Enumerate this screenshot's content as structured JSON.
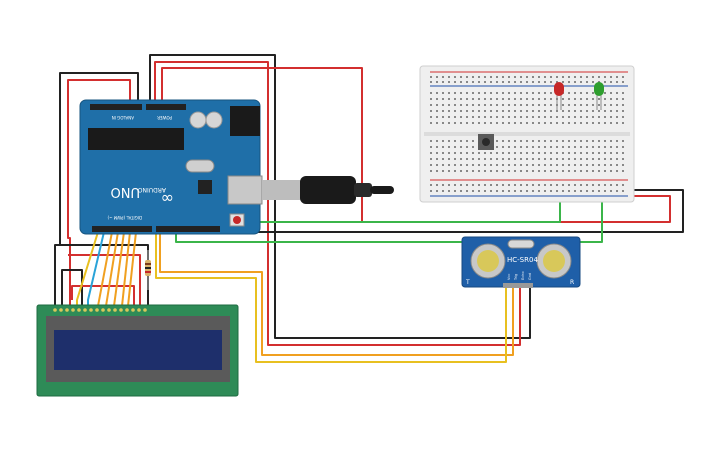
{
  "arduino": {
    "brand": "UNO",
    "logo_text": "ARDUINO",
    "power_header": "POWER",
    "analog_header": "ANALOG IN",
    "digital_header": "DIGITAL (PWM ~)"
  },
  "sensor": {
    "model": "HC-SR04",
    "pin_labels": [
      "Vcc",
      "Trig",
      "Echo",
      "Gnd"
    ],
    "left_mark": "T",
    "right_mark": "R"
  },
  "leds": [
    {
      "color": "red",
      "hex": "#c62828"
    },
    {
      "color": "green",
      "hex": "#2e9e2e"
    }
  ],
  "colors": {
    "board": "#1f6fa8",
    "lcd_pcb": "#2e8b57",
    "lcd_screen": "#1e2f6b",
    "sensor_pcb": "#1f5fa8",
    "breadboard": "#efefef",
    "wire_red": "#d32f2f",
    "wire_black": "#222222",
    "wire_green": "#3bb54a",
    "wire_orange": "#f0a020",
    "wire_yellow": "#e8c020",
    "wire_blue": "#2aa3d8"
  }
}
